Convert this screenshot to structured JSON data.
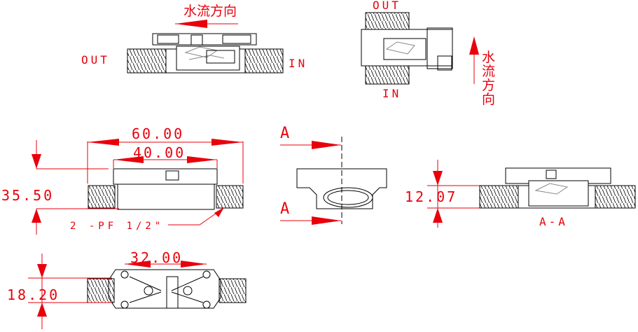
{
  "flow_direction_label": "水流方向",
  "top_left_view": {
    "outlet_label": "OUT",
    "inlet_label": "IN"
  },
  "top_right_view": {
    "outlet_label": "OUT",
    "inlet_label": "IN",
    "flow_chars": [
      "水",
      "流",
      "方",
      "向"
    ]
  },
  "front_view": {
    "overall_length": "60.00",
    "body_length": "40.00",
    "height": "35.50",
    "thread_note": "2 -PF 1/2\""
  },
  "end_view": {
    "section_marker_top": "A",
    "section_marker_bottom": "A",
    "height": "12.07"
  },
  "section_view": {
    "label": "A-A"
  },
  "bottom_view": {
    "hole_spacing": "32.00",
    "width": "18.20"
  },
  "colors": {
    "dimension": "#e8000b",
    "outline": "#000000"
  }
}
